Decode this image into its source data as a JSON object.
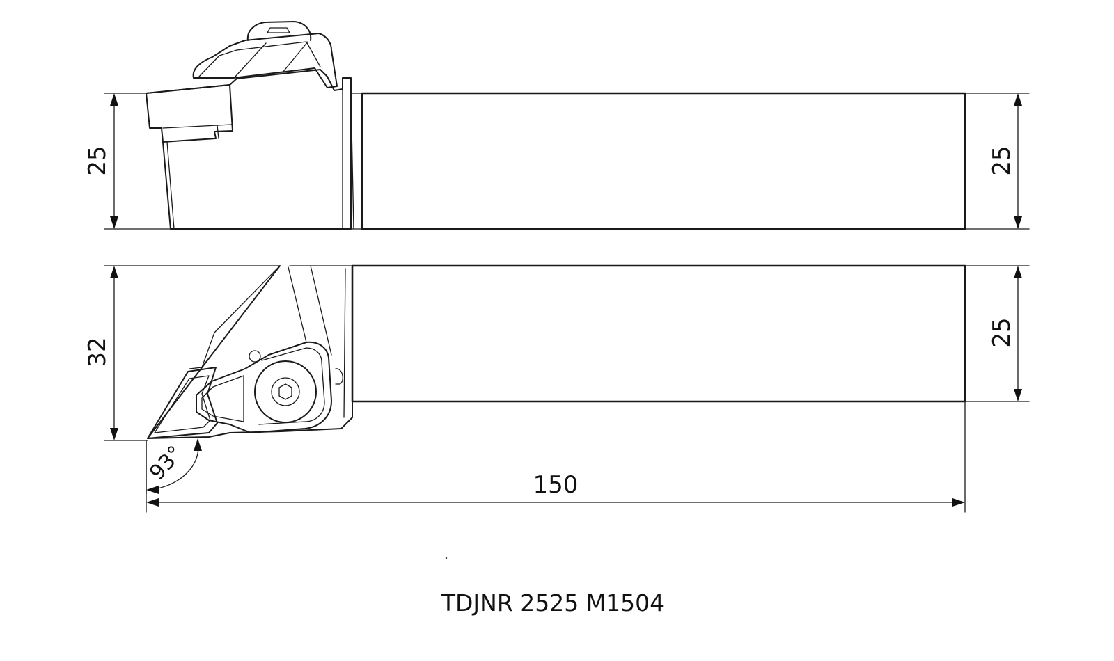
{
  "drawing": {
    "title": "TDJNR 2525 M1504",
    "dimensions": {
      "top_view_height_left": "25",
      "top_view_height_right": "25",
      "side_view_height_left": "32",
      "side_view_height_right": "25",
      "overall_length": "150",
      "approach_angle": "93°"
    }
  }
}
